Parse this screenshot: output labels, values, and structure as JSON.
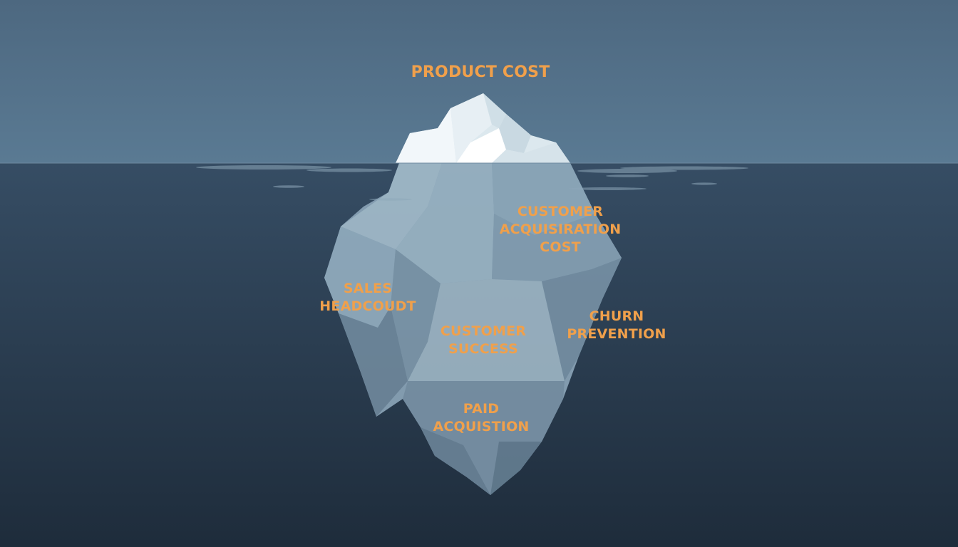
{
  "diagram": {
    "type": "iceberg",
    "colors": {
      "sky_top": "#4e6a82",
      "sky_bottom": "#587891",
      "water_top": "#344b62",
      "water_bottom": "#1f2e3e",
      "label": "#f0a04b",
      "ice_above": "#e6eff4",
      "ice_below": "#8fa9bb"
    },
    "above_water": {
      "label": "PRODUCT COST"
    },
    "below_water": {
      "customer_acquisition_cost": {
        "line1": "CUSTOMER",
        "line2": "ACQUISIRATION",
        "line3": "COST"
      },
      "sales_headcount": {
        "line1": "SALES",
        "line2": "HEADCOUDT"
      },
      "customer_success": {
        "line1": "CUSTOMER",
        "line2": "SUCCESS"
      },
      "churn_prevention": {
        "line1": "CHURN",
        "line2": "PREVENTION"
      },
      "paid_acquisition": {
        "line1": "PAID",
        "line2": "ACQUISTION"
      }
    }
  }
}
